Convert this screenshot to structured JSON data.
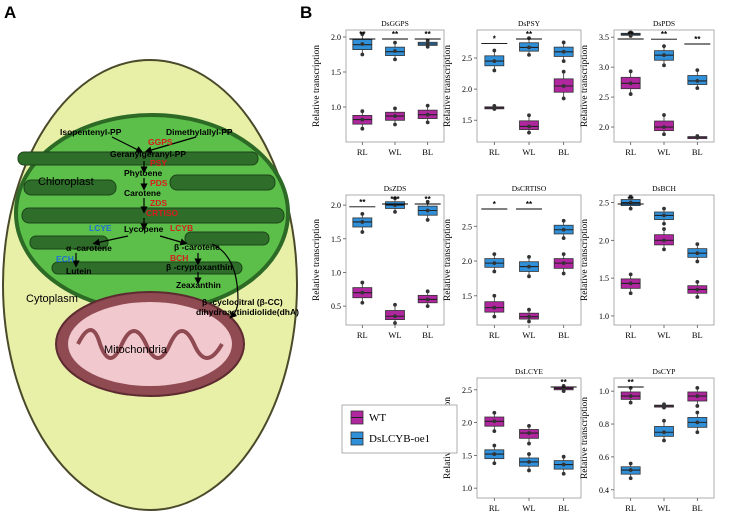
{
  "panel_a_label": "A",
  "panel_b_label": "B",
  "cell": {
    "chloroplast_label": "Chloroplast",
    "cytoplasm_label": "Cytoplasm",
    "mitochondria_label": "Mitochondria",
    "pathway": {
      "isopentenyl": "Isopentenyl-PP",
      "dimethylallyl": "Dimethylallyl-PP",
      "ggps": "GGPS",
      "geranylgeranyl": "Geranylgeranyl-PP",
      "psy": "PSY",
      "phytoene": "Phytoene",
      "pds": "PDS",
      "carotene": "Carotene",
      "zds": "ZDS",
      "crtiso": "CRTISO",
      "lycopene": "Lycopene",
      "lcye": "LCYE",
      "lcyb": "LCYB",
      "alpha_carotene": "α -carotene",
      "beta_carotene": "β -carotene",
      "ech": "ECH",
      "bch": "BCH",
      "lutein": "Lutein",
      "beta_crypto": "β -cryptoxanthin",
      "zeaxanthin": "Zeaxanthin",
      "cc_line1": "β -cyclocitral (β-CC)",
      "cc_line2": "dihydroactinidiolide(dhA)"
    }
  },
  "colors": {
    "wt": "#b0269f",
    "oe": "#2f8fd8",
    "enzyme_red": "#d61e1e",
    "enzyme_blue": "#1e6fd6",
    "cell_fill": "#e8f0a8",
    "chloroplast_fill": "#5cbf4a",
    "thylakoid_fill": "#2e6d2a",
    "mito_outer": "#8f4a52",
    "mito_inner": "#f1c8cd"
  },
  "legend": {
    "wt": "WT",
    "oe": "DsLCYB-oe1"
  },
  "chart_data": [
    {
      "type": "box",
      "title": "DsGGPS",
      "ylabel": "Relative transcription",
      "categories": [
        "RL",
        "WL",
        "BL"
      ],
      "ylim": [
        0.5,
        2.1
      ],
      "yticks": [
        "1.0",
        "1.5",
        "2.0"
      ],
      "ytick_values": [
        1.0,
        1.5,
        2.0
      ],
      "series": [
        {
          "name": "WT",
          "medians": [
            0.82,
            0.87,
            0.89
          ],
          "points": [
            [
              0.69,
              0.82,
              0.94
            ],
            [
              0.75,
              0.87,
              0.98
            ],
            [
              0.78,
              0.89,
              1.02
            ]
          ]
        },
        {
          "name": "DsLCYB-oe1",
          "medians": [
            1.89,
            1.79,
            1.9
          ],
          "points": [
            [
              1.75,
              1.9,
              2.04
            ],
            [
              1.68,
              1.8,
              1.92
            ],
            [
              1.86,
              1.9,
              1.95
            ]
          ]
        }
      ],
      "significance": [
        "**",
        "**",
        "**"
      ]
    },
    {
      "type": "box",
      "title": "DsPSY",
      "ylabel": "Relative transcription",
      "categories": [
        "RL",
        "WL",
        "BL"
      ],
      "ylim": [
        1.15,
        2.95
      ],
      "yticks": [
        "1.5",
        "2.0",
        "2.5"
      ],
      "ytick_values": [
        1.5,
        2.0,
        2.5
      ],
      "series": [
        {
          "name": "WT",
          "medians": [
            1.7,
            1.4,
            2.05
          ],
          "points": [
            [
              1.68,
              1.7,
              1.73
            ],
            [
              1.3,
              1.4,
              1.58
            ],
            [
              1.85,
              2.05,
              2.28
            ]
          ]
        },
        {
          "name": "DsLCYB-oe1",
          "medians": [
            2.45,
            2.67,
            2.6
          ],
          "points": [
            [
              2.3,
              2.45,
              2.62
            ],
            [
              2.55,
              2.67,
              2.82
            ],
            [
              2.45,
              2.6,
              2.75
            ]
          ]
        }
      ],
      "significance": [
        "*",
        "**",
        ""
      ]
    },
    {
      "type": "box",
      "title": "DsPDS",
      "ylabel": "Relative transcription",
      "categories": [
        "RL",
        "WL",
        "BL"
      ],
      "ylim": [
        1.75,
        3.62
      ],
      "yticks": [
        "2.0",
        "2.5",
        "3.0",
        "3.5"
      ],
      "ytick_values": [
        2.0,
        2.5,
        3.0,
        3.5
      ],
      "series": [
        {
          "name": "WT",
          "medians": [
            2.73,
            2.0,
            1.83
          ],
          "points": [
            [
              2.55,
              2.73,
              2.93
            ],
            [
              1.88,
              2.0,
              2.2
            ],
            [
              1.82,
              1.83,
              1.85
            ]
          ]
        },
        {
          "name": "DsLCYB-oe1",
          "medians": [
            3.55,
            3.2,
            2.77
          ],
          "points": [
            [
              3.52,
              3.55,
              3.58
            ],
            [
              3.03,
              3.2,
              3.35
            ],
            [
              2.65,
              2.77,
              2.95
            ]
          ]
        }
      ],
      "significance": [
        "**",
        "**",
        "**"
      ]
    },
    {
      "type": "box",
      "title": "DsZDS",
      "ylabel": "Relative transcription",
      "categories": [
        "RL",
        "WL",
        "BL"
      ],
      "ylim": [
        0.22,
        2.15
      ],
      "yticks": [
        "0.5",
        "1.0",
        "1.5",
        "2.0"
      ],
      "ytick_values": [
        0.5,
        1.0,
        1.5,
        2.0
      ],
      "series": [
        {
          "name": "WT",
          "medians": [
            0.7,
            0.35,
            0.6
          ],
          "points": [
            [
              0.55,
              0.7,
              0.85
            ],
            [
              0.25,
              0.35,
              0.52
            ],
            [
              0.5,
              0.6,
              0.72
            ]
          ]
        },
        {
          "name": "DsLCYB-oe1",
          "medians": [
            1.75,
            2.0,
            1.92
          ],
          "points": [
            [
              1.6,
              1.75,
              1.87
            ],
            [
              1.9,
              2.0,
              2.1
            ],
            [
              1.78,
              1.92,
              2.05
            ]
          ]
        }
      ],
      "significance": [
        "**",
        "***",
        "**"
      ]
    },
    {
      "type": "box",
      "title": "DsCRTISO",
      "ylabel": "Relative transcription",
      "categories": [
        "RL",
        "WL",
        "BL"
      ],
      "ylim": [
        1.08,
        2.95
      ],
      "yticks": [
        "1.5",
        "2.0",
        "2.5"
      ],
      "ytick_values": [
        1.5,
        2.0,
        2.5
      ],
      "series": [
        {
          "name": "WT",
          "medians": [
            1.33,
            1.2,
            1.97
          ],
          "points": [
            [
              1.2,
              1.33,
              1.5
            ],
            [
              1.13,
              1.2,
              1.3
            ],
            [
              1.82,
              1.97,
              2.1
            ]
          ]
        },
        {
          "name": "DsLCYB-oe1",
          "medians": [
            1.97,
            1.92,
            2.45
          ],
          "points": [
            [
              1.85,
              1.97,
              2.1
            ],
            [
              1.78,
              1.92,
              2.06
            ],
            [
              2.33,
              2.45,
              2.58
            ]
          ]
        }
      ],
      "significance": [
        "*",
        "**",
        ""
      ]
    },
    {
      "type": "box",
      "title": "DsBCH",
      "ylabel": "Relative transcription",
      "categories": [
        "RL",
        "WL",
        "BL"
      ],
      "ylim": [
        0.88,
        2.6
      ],
      "yticks": [
        "1.0",
        "1.5",
        "2.0",
        "2.5"
      ],
      "ytick_values": [
        1.0,
        1.5,
        2.0,
        2.5
      ],
      "series": [
        {
          "name": "WT",
          "medians": [
            1.43,
            2.0,
            1.35
          ],
          "points": [
            [
              1.3,
              1.43,
              1.55
            ],
            [
              1.88,
              2.0,
              2.15
            ],
            [
              1.25,
              1.35,
              1.45
            ]
          ]
        },
        {
          "name": "DsLCYB-oe1",
          "medians": [
            2.5,
            2.33,
            1.83
          ],
          "points": [
            [
              2.42,
              2.5,
              2.58
            ],
            [
              2.22,
              2.33,
              2.42
            ],
            [
              1.72,
              1.83,
              1.95
            ]
          ]
        }
      ],
      "significance": [
        "**",
        "",
        ""
      ]
    },
    {
      "type": "box",
      "title": "DsLCYE",
      "ylabel": "Relative transcription",
      "categories": [
        "RL",
        "WL",
        "BL"
      ],
      "ylim": [
        0.85,
        2.68
      ],
      "yticks": [
        "1.0",
        "1.5",
        "2.0",
        "2.5"
      ],
      "ytick_values": [
        1.0,
        1.5,
        2.0,
        2.5
      ],
      "series": [
        {
          "name": "WT",
          "medians": [
            2.02,
            1.84,
            2.52
          ],
          "points": [
            [
              1.87,
              2.02,
              2.15
            ],
            [
              1.68,
              1.84,
              1.95
            ],
            [
              2.48,
              2.52,
              2.56
            ]
          ]
        },
        {
          "name": "DsLCYB-oe1",
          "medians": [
            1.52,
            1.4,
            1.36
          ],
          "points": [
            [
              1.38,
              1.52,
              1.65
            ],
            [
              1.27,
              1.4,
              1.52
            ],
            [
              1.22,
              1.36,
              1.48
            ]
          ]
        }
      ],
      "significance": [
        "",
        "",
        "**"
      ]
    },
    {
      "type": "box",
      "title": "DsCYP",
      "ylabel": "Relative transcription",
      "categories": [
        "RL",
        "WL",
        "BL"
      ],
      "ylim": [
        0.35,
        1.08
      ],
      "yticks": [
        "0.4",
        "0.6",
        "0.8",
        "1.0"
      ],
      "ytick_values": [
        0.4,
        0.6,
        0.8,
        1.0
      ],
      "series": [
        {
          "name": "WT",
          "medians": [
            0.97,
            0.91,
            0.97
          ],
          "points": [
            [
              0.93,
              0.97,
              1.02
            ],
            [
              0.9,
              0.91,
              0.92
            ],
            [
              0.91,
              0.97,
              1.02
            ]
          ]
        },
        {
          "name": "DsLCYB-oe1",
          "medians": [
            0.52,
            0.75,
            0.81
          ],
          "points": [
            [
              0.47,
              0.52,
              0.56
            ],
            [
              0.7,
              0.75,
              0.82
            ],
            [
              0.75,
              0.81,
              0.87
            ]
          ]
        }
      ],
      "significance": [
        "**",
        "",
        ""
      ]
    }
  ]
}
